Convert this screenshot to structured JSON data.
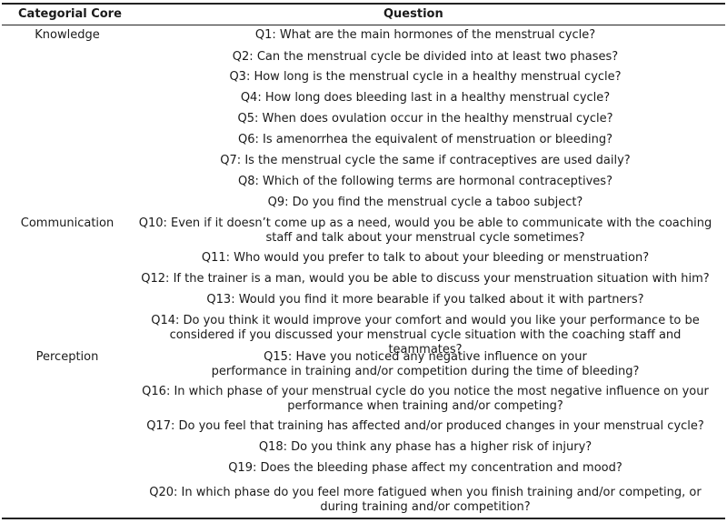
{
  "headers": {
    "core": "Categorial Core",
    "question": "Question"
  },
  "cores": [
    "Knowledge",
    "Communication",
    "Perception"
  ],
  "questions": [
    [
      "Q1: What are the main hormones of the menstrual cycle?"
    ],
    [
      "Q2: Can the menstrual cycle be divided into at least two phases?"
    ],
    [
      "Q3: How long is the menstrual cycle in a healthy menstrual cycle?"
    ],
    [
      "Q4: How long does bleeding last in a healthy menstrual cycle?"
    ],
    [
      "Q5: When does ovulation occur in the healthy menstrual cycle?"
    ],
    [
      "Q6: Is amenorrhea the equivalent of menstruation or bleeding?"
    ],
    [
      "Q7: Is the menstrual cycle the same if contraceptives are used daily?"
    ],
    [
      "Q8: Which of the following terms are hormonal contraceptives?"
    ],
    [
      "Q9: Do you find the menstrual cycle a taboo subject?"
    ],
    [
      "Q10: Even if it doesn’t come up as a need, would you be able to communicate with the coaching",
      "staff and talk about your menstrual cycle sometimes?"
    ],
    [
      "Q11: Who would you prefer to talk to about your bleeding or menstruation?"
    ],
    [
      "Q12: If the trainer is a man, would you be able to discuss your menstruation situation with him?"
    ],
    [
      "Q13: Would you find it more bearable if you talked about it with partners?"
    ],
    [
      "Q14: Do you think it would improve your comfort and would  you like your performance to be",
      "considered if you discussed your menstrual cycle situation with the coaching staff and teammates?"
    ],
    [
      "Q15: Have you noticed any negative influence on your",
      "performance in training and/or competition during the time of bleeding?"
    ],
    [
      "Q16: In which phase of your menstrual cycle do you notice the most negative influence on your",
      "performance when training and/or competing?"
    ],
    [
      "Q17: Do you feel that training has affected and/or produced changes in your menstrual cycle?"
    ],
    [
      "Q18: Do you think any phase has a higher risk of injury?"
    ],
    [
      "Q19: Does the bleeding phase affect my concentration and mood?"
    ],
    [
      "Q20: In which phase do you feel more fatigued when you finish training and/or competing, or",
      "during training and/or competition?"
    ]
  ]
}
